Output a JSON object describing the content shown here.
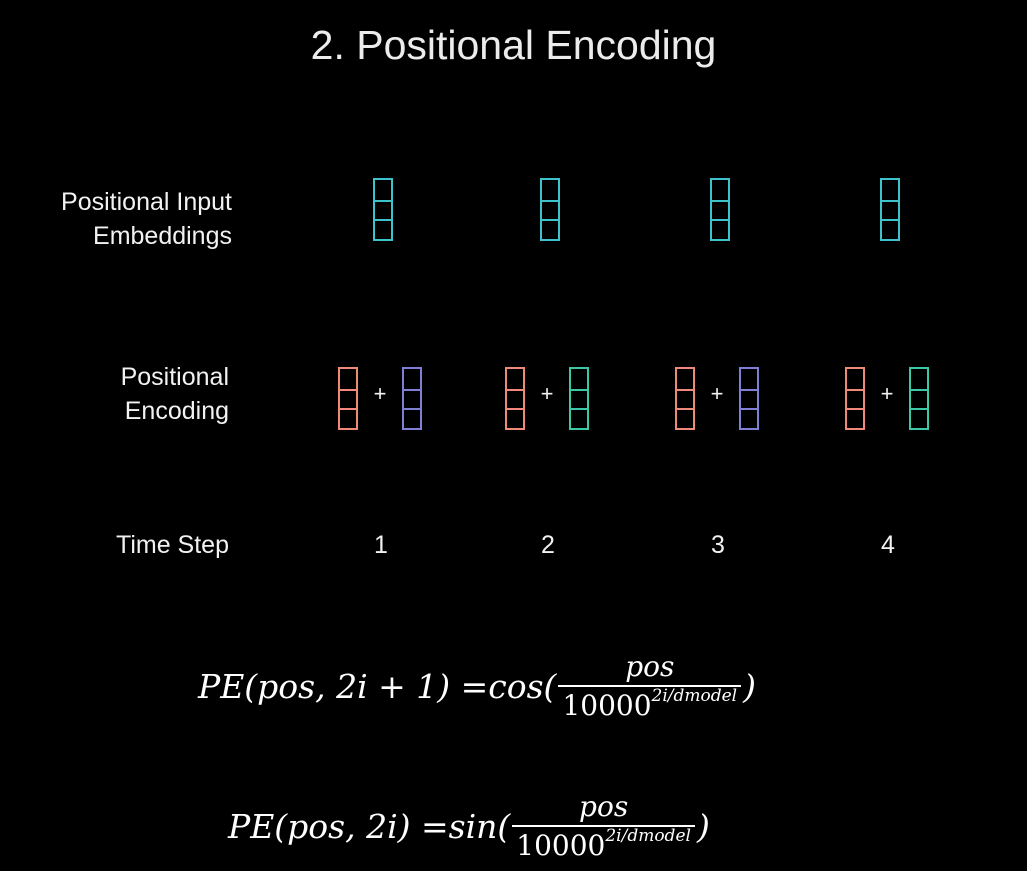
{
  "title": "2. Positional Encoding",
  "rows": {
    "input_embeddings": [
      "Positional Input",
      "Embeddings"
    ],
    "positional_encoding": [
      "Positional",
      "Encoding"
    ],
    "time_step": "Time Step"
  },
  "steps": [
    {
      "number": "1",
      "embedding_color": "#3cc3cc",
      "encoding_color": "#7f7fd6"
    },
    {
      "number": "2",
      "embedding_color": "#3cc3cc",
      "encoding_color": "#3cc7a6"
    },
    {
      "number": "3",
      "embedding_color": "#3cc3cc",
      "encoding_color": "#7f7fd6"
    },
    {
      "number": "4",
      "embedding_color": "#3cc3cc",
      "encoding_color": "#3cc7a6"
    }
  ],
  "plus_symbol": "+",
  "colors": {
    "input_vector": "#3cc3cc",
    "position_vector": "#ef8a78",
    "odd_encoding": "#7f7fd6",
    "even_encoding": "#3cc7a6"
  },
  "formulas": {
    "cos": {
      "lhs": "PE(pos, 2i + 1) = ",
      "fn": "cos(",
      "numerator": "pos",
      "base": "10000",
      "exponent": "2i/dmodel",
      "close": ")"
    },
    "sin": {
      "lhs": "PE(pos, 2i) = ",
      "fn": "sin(",
      "numerator": "pos",
      "base": "10000",
      "exponent": "2i/dmodel",
      "close": ")"
    }
  }
}
